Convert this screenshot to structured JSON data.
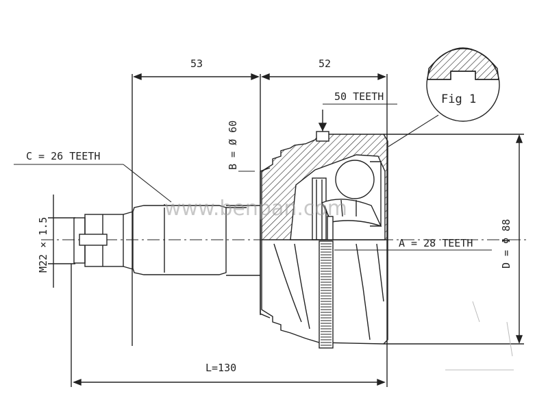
{
  "drawing": {
    "dimension_53": "53",
    "dimension_52": "52",
    "outer_teeth": "50 TEETH",
    "inner_spline": "C = 26 TEETH",
    "shaft_diameter": "B = Ø 60",
    "thread": "M22 × 1.5",
    "abs_ring": "A = 28 TEETH",
    "outer_diameter": "D = Φ 88",
    "length": "L=130",
    "figure_label": "Fig 1"
  },
  "watermark": "www.benpan.com",
  "colors": {
    "line": "#222222",
    "background": "#ffffff",
    "watermark": "#9a9a9a"
  }
}
